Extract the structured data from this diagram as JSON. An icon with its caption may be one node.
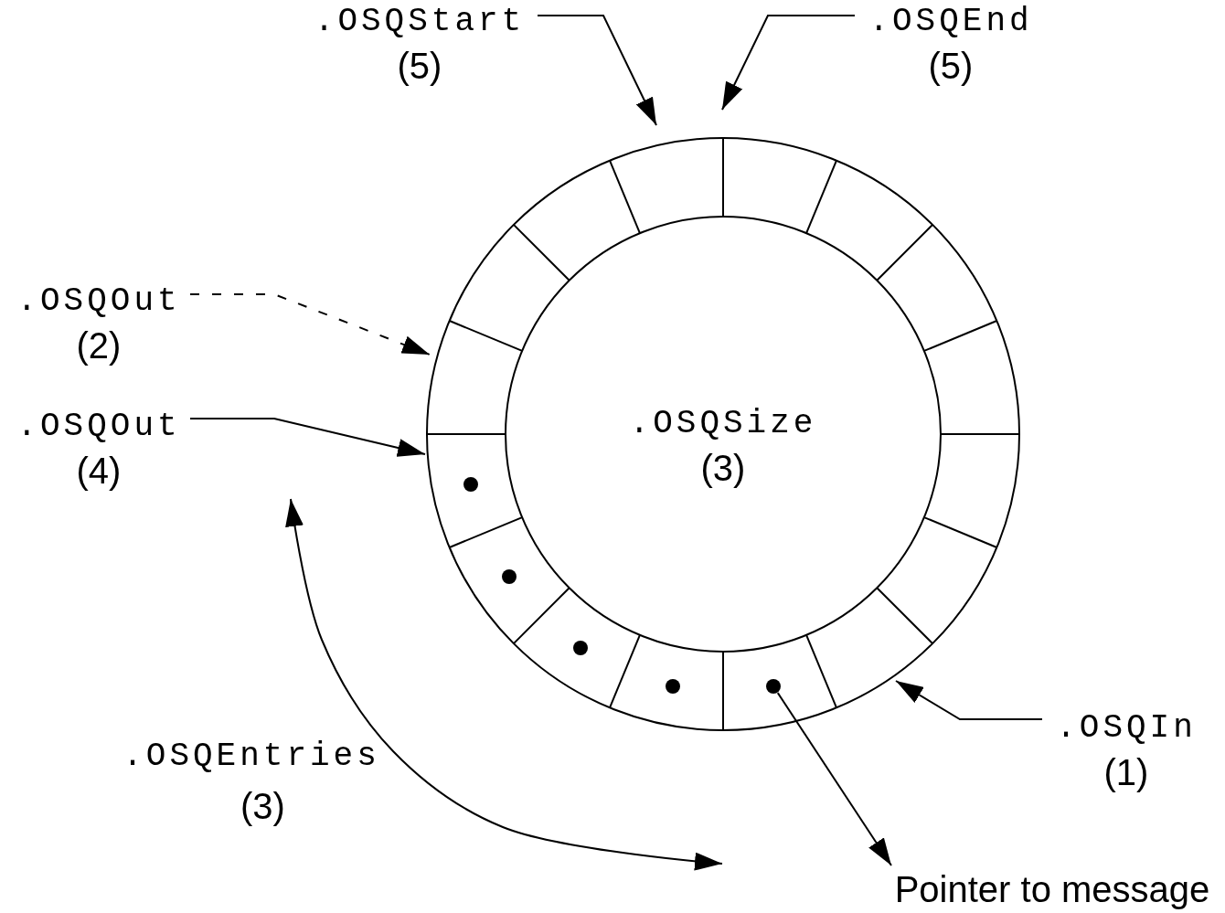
{
  "diagram": {
    "nodes": [
      {
        "text": [
          ".OSQSize",
          "(3)"
        ]
      },
      {
        "text": [],
        "shape": "circle",
        "in": 0
      },
      {
        "text": [],
        "shape": "circle",
        "in": 0
      },
      {
        "text": [],
        "shape": "circle",
        "in": 0
      },
      {
        "text": [],
        "shape": "circle",
        "in": 0
      },
      {
        "text": [],
        "shape": "circle",
        "in": 0
      },
      {
        "text": [
          ".OSQStart",
          "(5)"
        ]
      },
      {
        "text": [
          ".OSQEnd",
          "(5)"
        ]
      },
      {
        "text": [
          ".OSQOut",
          "(2)"
        ]
      },
      {
        "text": [
          ".OSQOut",
          "(4)"
        ]
      },
      {
        "text": [
          ".OSQIn",
          "(1)"
        ]
      },
      {
        "text": [
          "Pointer to message"
        ]
      }
    ],
    "edges": [
      {
        "from": 6,
        "to": 0,
        "arrow": "to"
      },
      {
        "from": 7,
        "to": 0,
        "arrow": "to"
      },
      {
        "from": 8,
        "to": 0,
        "arrow": "to",
        "style": "dashed"
      },
      {
        "from": 9,
        "to": 0,
        "arrow": "to"
      },
      {
        "from": 10,
        "to": 0,
        "arrow": "to"
      },
      {
        "from": 5,
        "to": 11,
        "arrow": "to"
      }
    ],
    "labels": [
      ".OSQEntries",
      "(3)"
    ]
  }
}
